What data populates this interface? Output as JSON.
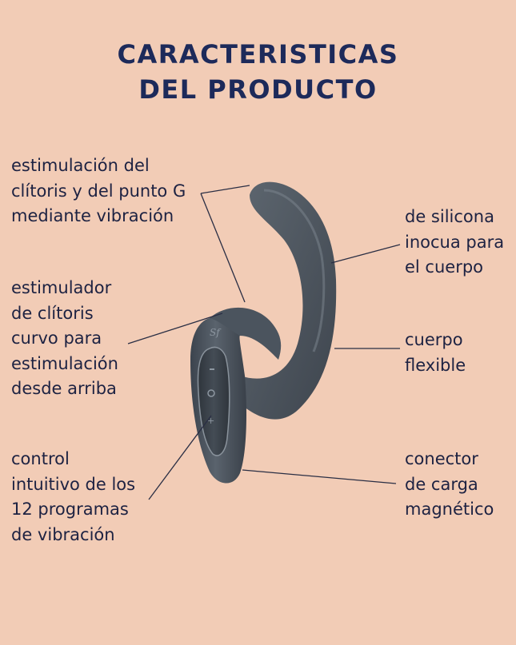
{
  "title": {
    "line1": "CARACTERISTICAS",
    "line2": "DEL PRODUCTO"
  },
  "features": {
    "stimulation_g": [
      "estimulación del",
      "clítoris y del punto G",
      "mediante vibración"
    ],
    "clitoral_curve": [
      "estimulador",
      "de clítoris",
      "curvo para",
      "estimulación",
      "desde arriba"
    ],
    "control": [
      "control",
      "intuitivo de los",
      "12 programas",
      "de vibración"
    ],
    "silicone": [
      "de silicona",
      "inocua para",
      "el cuerpo"
    ],
    "flexible": [
      "cuerpo",
      "flexible"
    ],
    "charger": [
      "conector",
      "de carga",
      "magnético"
    ]
  },
  "colors": {
    "background": "#f2ccb6",
    "title": "#1d2a5a",
    "text": "#1d2242",
    "product": "#4a535e"
  }
}
